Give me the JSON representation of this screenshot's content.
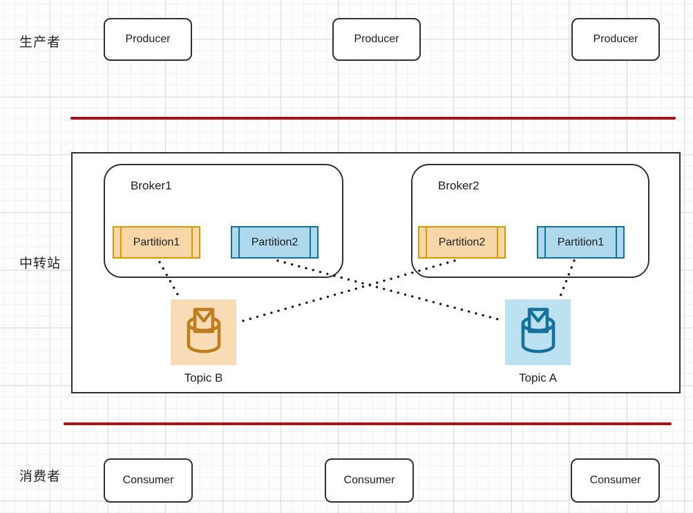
{
  "diagram": {
    "rows": {
      "producers_label": "生产者",
      "brokers_label": "中转站",
      "consumers_label": "消费者"
    },
    "producers": [
      "Producer",
      "Producer",
      "Producer"
    ],
    "consumers": [
      "Consumer",
      "Consumer",
      "Consumer"
    ],
    "brokers": [
      {
        "name": "Broker1",
        "partitions": [
          {
            "name": "Partition1",
            "color": "orange"
          },
          {
            "name": "Partition2",
            "color": "blue"
          }
        ]
      },
      {
        "name": "Broker2",
        "partitions": [
          {
            "name": "Partition2",
            "color": "orange"
          },
          {
            "name": "Partition1",
            "color": "blue"
          }
        ]
      }
    ],
    "topics": [
      {
        "name": "Topic B",
        "color": "orange"
      },
      {
        "name": "Topic A",
        "color": "blue"
      }
    ],
    "connections": [
      {
        "from": "Broker1/Partition1",
        "to": "Topic B",
        "style": "dotted"
      },
      {
        "from": "Broker1/Partition2",
        "to": "Topic A",
        "style": "dotted"
      },
      {
        "from": "Broker2/Partition2",
        "to": "Topic B",
        "style": "dotted"
      },
      {
        "from": "Broker2/Partition1",
        "to": "Topic A",
        "style": "dotted"
      }
    ],
    "colors": {
      "orange_fill": "#f8d6a8",
      "orange_stroke": "#d79b00",
      "orange_icon": "#bf7d1e",
      "topic_orange_bg": "#f9dcb6",
      "blue_fill": "#aed9ec",
      "blue_stroke": "#10739e",
      "blue_icon": "#17719d",
      "topic_blue_bg": "#bce1f1",
      "separator_red": "#b11010",
      "shape_stroke": "#2e2e2e",
      "connector_black": "#1a1a1a"
    }
  }
}
